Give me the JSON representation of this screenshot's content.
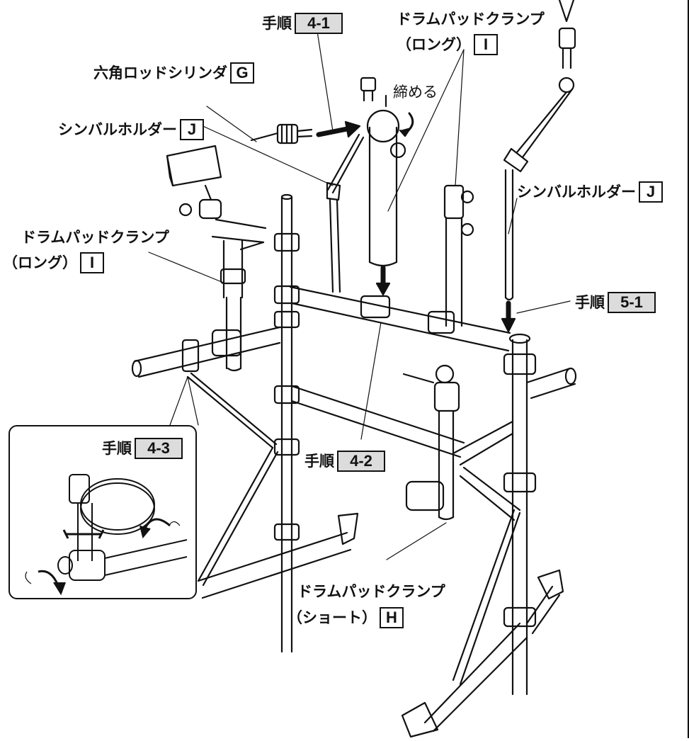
{
  "labels": {
    "step_4_1": "4-1",
    "step_4_2": "4-2",
    "step_4_3": "4-3",
    "step_5_1": "5-1",
    "step_word": "手順",
    "drum_pad_clamp": "ドラムパッドクランプ",
    "long": "（ロング）",
    "short": "（ショート）",
    "hex_rod_cylinder": "六角ロッドシリンダ",
    "cymbal_holder": "シンバルホルダー",
    "tighten": "締める",
    "part_G": "G",
    "part_H": "H",
    "part_I": "I",
    "part_J": "J"
  },
  "colors": {
    "line": "#111111",
    "step_box": "#dcdcdc"
  }
}
